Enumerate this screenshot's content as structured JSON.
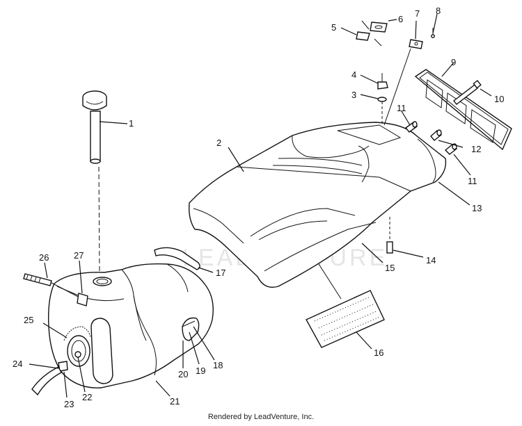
{
  "footer_text": "Rendered by LeadVenture, Inc.",
  "watermark_text": "LEADVENTURE",
  "callouts": [
    "1",
    "2",
    "3",
    "4",
    "5",
    "6",
    "7",
    "8",
    "9",
    "10",
    "11",
    "11",
    "12",
    "13",
    "14",
    "15",
    "16",
    "17",
    "18",
    "19",
    "20",
    "21",
    "22",
    "23",
    "24",
    "25",
    "26",
    "27"
  ]
}
